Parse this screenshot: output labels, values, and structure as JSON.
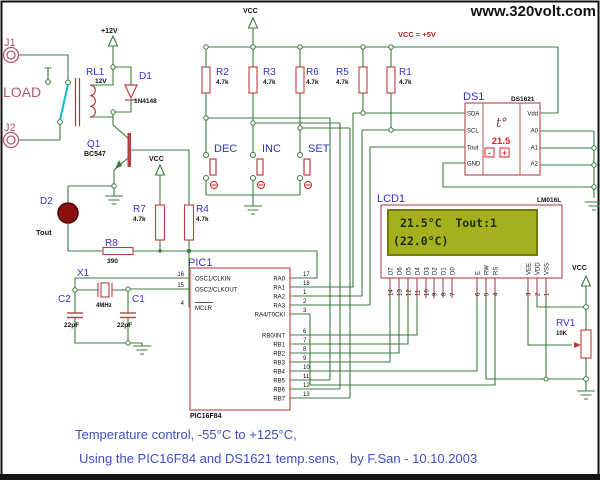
{
  "watermark": "www.320volt.com",
  "power": {
    "vcc_note": "VCC = +5V",
    "plus12": "+12V",
    "vcc": "VCC"
  },
  "connectors": {
    "j1": "J1",
    "j2": "J2",
    "load": "LOAD"
  },
  "relay": {
    "ref": "RL1",
    "value": "12V"
  },
  "transistor": {
    "ref": "Q1",
    "value": "BC547"
  },
  "diode": {
    "ref": "D1",
    "value": "1N4148"
  },
  "led": {
    "ref": "D2",
    "value": "Tout"
  },
  "resistors": {
    "r2": {
      "ref": "R2",
      "value": "4.7k"
    },
    "r3": {
      "ref": "R3",
      "value": "4.7k"
    },
    "r6": {
      "ref": "R6",
      "value": "4.7k"
    },
    "r5": {
      "ref": "R5",
      "value": "4.7k"
    },
    "r1": {
      "ref": "R1",
      "value": "4.7k"
    },
    "r7": {
      "ref": "R7",
      "value": "4.7k"
    },
    "r4": {
      "ref": "R4",
      "value": "4.7k"
    },
    "r8": {
      "ref": "R8",
      "value": "390"
    }
  },
  "buttons": {
    "dec": "DEC",
    "inc": "INC",
    "set": "SET"
  },
  "crystal": {
    "ref": "X1",
    "value": "4MHz"
  },
  "capacitors": {
    "c2": {
      "ref": "C2",
      "value": "22pF"
    },
    "c1": {
      "ref": "C1",
      "value": "22pF"
    }
  },
  "pot": {
    "ref": "RV1",
    "value": "10K"
  },
  "ds1621": {
    "ref": "DS1",
    "part": "DS1621",
    "display": "21.5",
    "symbol": "t°",
    "minus": "-",
    "plus": "+",
    "pins_left": [
      "SDA",
      "SCL",
      "Tout",
      "GND"
    ],
    "pins_right": [
      "Vdd",
      "A0",
      "A1",
      "A2"
    ]
  },
  "pic": {
    "ref": "PIC1",
    "part": "PIC16F84",
    "pins_left": [
      {
        "num": "16",
        "name": "OSC1/CLKIN"
      },
      {
        "num": "15",
        "name": "OSC2/CLKOUT"
      },
      {
        "num": "4",
        "name": "MCLR"
      }
    ],
    "pins_right": [
      {
        "num": "17",
        "name": "RA0"
      },
      {
        "num": "18",
        "name": "RA1"
      },
      {
        "num": "1",
        "name": "RA2"
      },
      {
        "num": "2",
        "name": "RA3"
      },
      {
        "num": "3",
        "name": "RA4/T0CKI"
      },
      {
        "num": "6",
        "name": "RB0/INT"
      },
      {
        "num": "7",
        "name": "RB1"
      },
      {
        "num": "8",
        "name": "RB2"
      },
      {
        "num": "9",
        "name": "RB3"
      },
      {
        "num": "10",
        "name": "RB4"
      },
      {
        "num": "11",
        "name": "RB5"
      },
      {
        "num": "12",
        "name": "RB6"
      },
      {
        "num": "13",
        "name": "RB7"
      }
    ]
  },
  "lcd": {
    "ref": "LCD1",
    "part": "LM016L",
    "line1": "21.5°C  Tout:1",
    "line2": "(22.0°C)",
    "pins": [
      {
        "num": "14",
        "name": "D7"
      },
      {
        "num": "13",
        "name": "D6"
      },
      {
        "num": "12",
        "name": "D5"
      },
      {
        "num": "11",
        "name": "D4"
      },
      {
        "num": "10",
        "name": "D3"
      },
      {
        "num": "9",
        "name": "D2"
      },
      {
        "num": "8",
        "name": "D1"
      },
      {
        "num": "7",
        "name": "D0"
      },
      {
        "num": "6",
        "name": "E"
      },
      {
        "num": "5",
        "name": "RW"
      },
      {
        "num": "4",
        "name": "RS"
      },
      {
        "num": "3",
        "name": "VEE"
      },
      {
        "num": "2",
        "name": "VDD"
      },
      {
        "num": "1",
        "name": "VSS"
      }
    ]
  },
  "caption": {
    "line1": "Temperature control, -55°C to +125°C,",
    "line2": "Using the PIC16F84 and DS1621 temp.sens,   by F.San - 10.10.2003"
  },
  "colors": {
    "wire": "#3c7a3c",
    "component": "#b84040",
    "box": "#bb5555",
    "label": "#3333cc",
    "lcd_screen": "#a6b01f",
    "led": "#8a1010",
    "switch_blade": "#16b8c8",
    "display_red": "#e02020"
  }
}
